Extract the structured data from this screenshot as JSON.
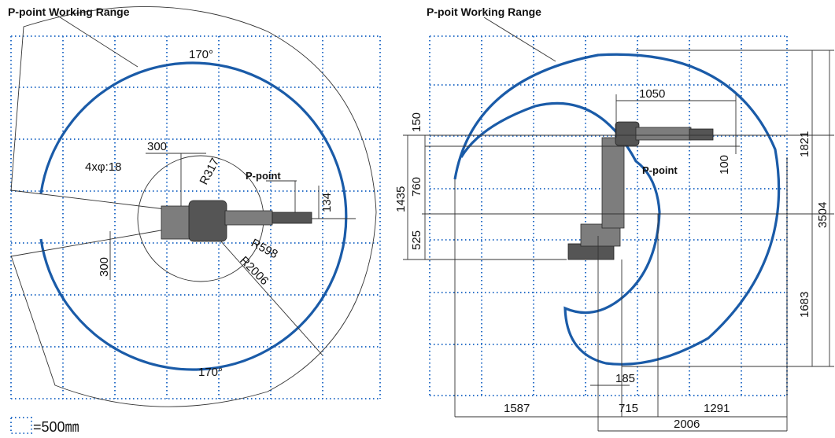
{
  "colors": {
    "range_curve": "#1a5ba8",
    "grid": "#2f73c9",
    "lines": "#333333"
  },
  "top_view": {
    "title": "P-point Working Range",
    "angle_top": "170°",
    "angle_bottom": "170°",
    "dim_300_top": "300",
    "bolt_holes": "4xφ:18",
    "r317": "R317",
    "ppoint_label": "P-point",
    "dim_134": "134",
    "r598": "R598",
    "r2006": "R2006",
    "dim_300_left": "300"
  },
  "side_view": {
    "title": "P-poit Working Range",
    "dim_1050": "1050",
    "dim_150": "150",
    "ppoint_label": "P-point",
    "dim_100": "100",
    "dim_760": "760",
    "dim_1435": "1435",
    "dim_525": "525",
    "dim_1821": "1821",
    "dim_3504": "3504",
    "dim_1683": "1683",
    "dim_185": "185",
    "dim_1587": "1587",
    "dim_715": "715",
    "dim_1291": "1291",
    "dim_2006": "2006"
  },
  "legend": {
    "text": "=500㎜"
  }
}
